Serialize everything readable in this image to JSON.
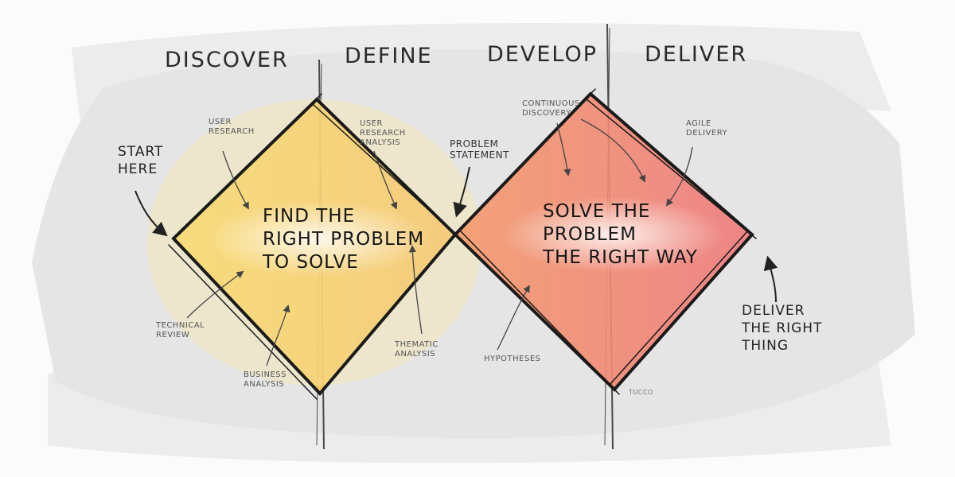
{
  "phases": {
    "discover": "DISCOVER",
    "define": "DEFINE",
    "develop": "DEVELOP",
    "deliver": "DELIVER"
  },
  "diamonds": {
    "left": {
      "title": "FIND THE\nRIGHT PROBLEM\nTO SOLVE",
      "color": "#f6c453"
    },
    "right": {
      "title": "SOLVE THE\nPROBLEM\nTHE RIGHT WAY",
      "color": "#f3836e"
    }
  },
  "annotations": {
    "start_here": "START\nHERE",
    "user_research": "USER\nRESEARCH",
    "user_research_analysis": "USER\nRESEARCH\nANALYSIS",
    "problem_statement": "PROBLEM\nSTATEMENT",
    "continuous_discovery": "CONTINUOUS\nDISCOVERY",
    "agile_delivery": "AGILE\nDELIVERY",
    "technical_review": "TECHNICAL\nREVIEW",
    "business_analysis": "BUSINESS\nANALYSIS",
    "thematic_analysis": "THEMATIC\nANALYSIS",
    "hypotheses": "HYPOTHESES",
    "deliver_right_thing": "DELIVER\nTHE RIGHT\nTHING",
    "signature": "TUCCO"
  }
}
